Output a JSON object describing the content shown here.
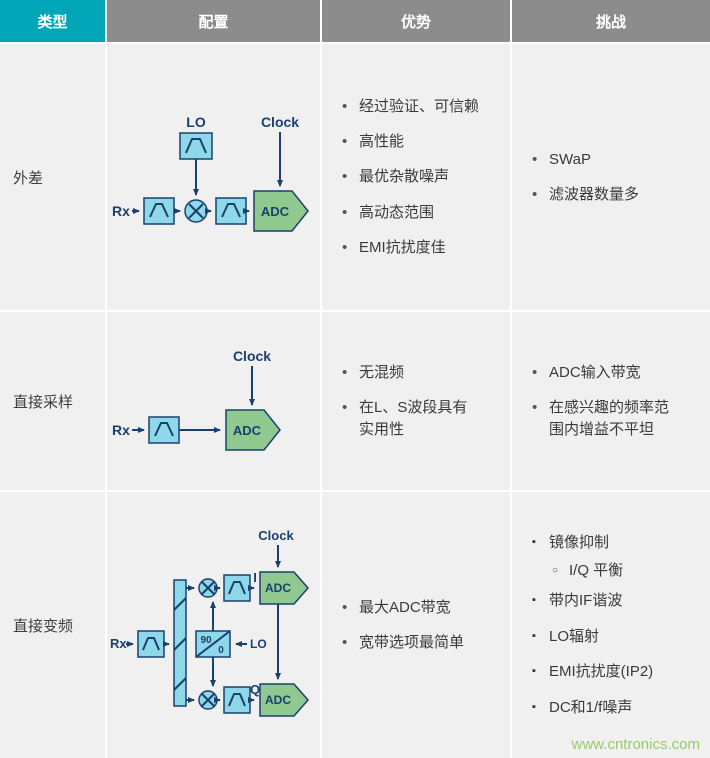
{
  "header": {
    "cols": [
      "类型",
      "配置",
      "优势",
      "挑战"
    ]
  },
  "rows": [
    {
      "type": "外差",
      "advantages": [
        "经过验证、可信赖",
        "高性能",
        "最优杂散噪声",
        "高动态范围",
        "EMI抗扰度佳"
      ],
      "challenges": [
        "SWaP",
        "滤波器数量多"
      ]
    },
    {
      "type": "直接采样",
      "advantages": [
        "无混频",
        "在L、S波段具有实用性"
      ],
      "challenges": [
        "ADC输入带宽",
        "在感兴趣的频率范围内增益不平坦"
      ]
    },
    {
      "type": "直接变频",
      "advantages": [
        "最大ADC带宽",
        "宽带选项最简单"
      ],
      "challenges": [
        {
          "text": "镜像抑制",
          "sub": [
            "I/Q 平衡"
          ]
        },
        {
          "text": "带内IF谐波"
        },
        {
          "text": "LO辐射"
        },
        {
          "text": "EMI抗扰度(IP2)"
        },
        {
          "text": "DC和1/f噪声"
        }
      ]
    }
  ],
  "diagram_labels": {
    "lo": "LO",
    "clock": "Clock",
    "rx": "Rx",
    "adc": "ADC",
    "i": "I",
    "q": "Q",
    "phase_90": "90",
    "phase_0": "0"
  },
  "watermark": "www.cntronics.com",
  "colors": {
    "header_accent": "#00a5b8",
    "header_gray": "#8c8c8c",
    "cell_bg": "#f0f0f0",
    "diagram_navy": "#1a406e",
    "diagram_cyan": "#8ed8ea",
    "diagram_green": "#8fc98f",
    "watermark_green": "#97cc64"
  }
}
